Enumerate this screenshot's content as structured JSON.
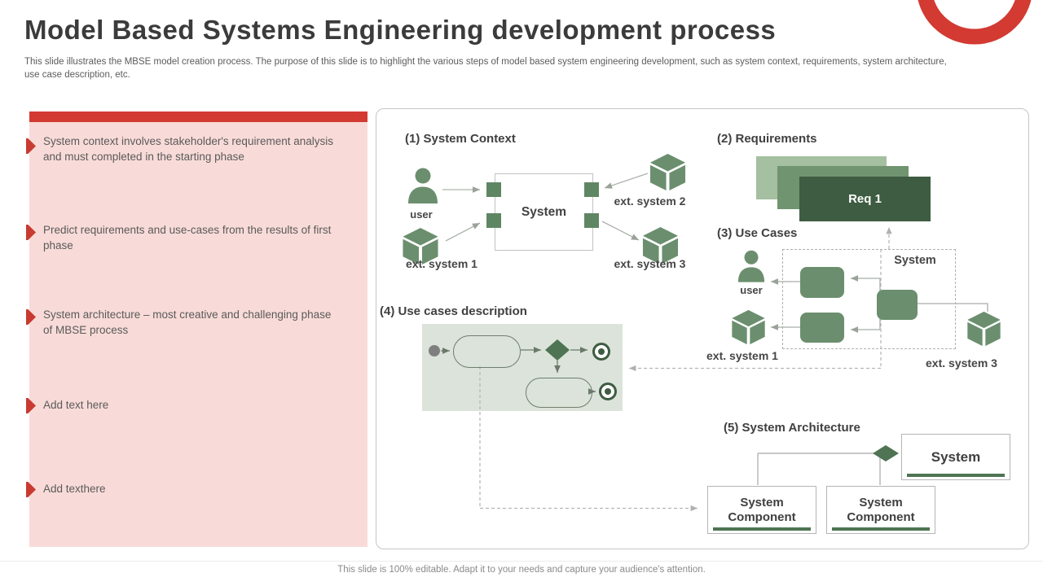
{
  "slide": {
    "title": "Model Based Systems Engineering development process",
    "subtitle_lines": [
      "This slide illustrates the MBSE model creation process. The purpose of this slide is to highlight the various steps of model based system engineering development, such as system context, requirements, system architecture,",
      "use case description, etc."
    ],
    "footer": "This slide is 100% editable. Adapt it to your needs and capture your audience's attention."
  },
  "left_panel": {
    "bullets": [
      "System context involves stakeholder's requirement analysis and must completed in the starting phase",
      "Predict requirements and use-cases from the results of first phase",
      "System architecture – most creative and challenging phase of MBSE process",
      "Add text here",
      "Add texthere"
    ]
  },
  "diagram": {
    "s1": {
      "heading": "(1) System Context",
      "user_label": "user",
      "system_label": "System",
      "ext1_label": "ext. system 1",
      "ext2_label": "ext. system 2",
      "ext3_label": "ext. system 3"
    },
    "s2": {
      "heading": "(2) Requirements",
      "req_label": "Req 1"
    },
    "s3": {
      "heading": "(3) Use Cases",
      "system_label": "System",
      "user_label": "user",
      "ext1_label": "ext. system 1",
      "ext3_label": "ext. system 3"
    },
    "s4": {
      "heading": "(4) Use cases description"
    },
    "s5": {
      "heading": "(5) System Architecture",
      "system_label": "System",
      "component_label": "System Component"
    }
  },
  "icons": {
    "user": "person-silhouette",
    "ext_system": "3d-cube",
    "decision": "green-diamond",
    "start": "filled-gray-circle",
    "end": "ring-with-dot",
    "bullet": "red-pennant-arrow",
    "decoration": "red-ring"
  },
  "colors": {
    "accent_red": "#d23a32",
    "panel_pink": "#f8dbd8",
    "green_main": "#6b8f6e",
    "green_dark": "#3e5c41",
    "green_mid": "#70946f",
    "green_light": "#a5bfa1",
    "activity_bg": "#dce3da",
    "text_dark": "#3b3b3b",
    "text_gray": "#5a5a5a"
  }
}
